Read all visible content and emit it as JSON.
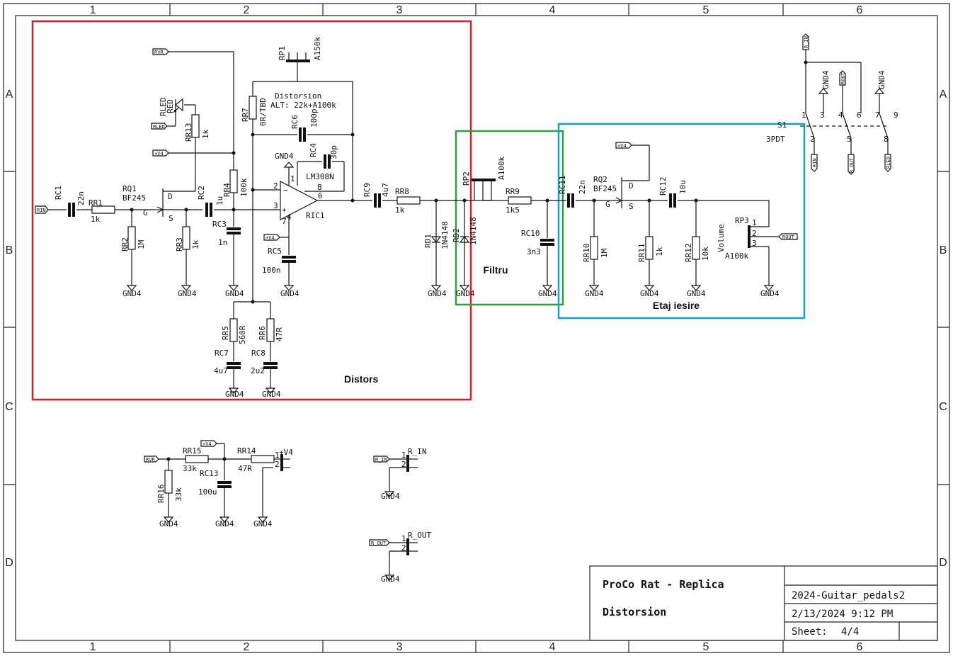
{
  "frame": {
    "columns": [
      "1",
      "2",
      "3",
      "4",
      "5",
      "6"
    ],
    "rows": [
      "A",
      "B",
      "C",
      "D"
    ]
  },
  "blocks": {
    "distors": {
      "label": "Distors",
      "color": "#d0202a"
    },
    "filtru": {
      "label": "Filtru",
      "color": "#2e9e3e"
    },
    "etaj": {
      "label": "Etaj iesire",
      "color": "#1a9bd0"
    }
  },
  "title_block": {
    "title": "ProCo Rat - Replica",
    "subtitle": "Distorsion",
    "project": "2024-Guitar_pedals2",
    "date": "2/13/2024 9:12 PM",
    "sheet_label": "Sheet:",
    "sheet": "4/4"
  },
  "components": {
    "RC1": {
      "ref": "RC1",
      "val": "22n"
    },
    "RR1": {
      "ref": "RR1",
      "val": "1k"
    },
    "RQ1": {
      "ref": "RQ1",
      "val": "BF245"
    },
    "RR2": {
      "ref": "RR2",
      "val": "1M"
    },
    "RR3": {
      "ref": "RR3",
      "val": "1k"
    },
    "RC2": {
      "ref": "RC2",
      "val": "1u"
    },
    "RR4": {
      "ref": "RR4",
      "val": "100k"
    },
    "RC3": {
      "ref": "RC3",
      "val": "1n"
    },
    "RR13": {
      "ref": "RR13",
      "val": "1k"
    },
    "RLED": {
      "ref": "RLED",
      "val": "RED"
    },
    "RP1": {
      "ref": "RP1",
      "val": "A150k"
    },
    "RR7": {
      "ref": "RR7",
      "val": "0R/TBD"
    },
    "dist_note": {
      "ref": "Distorsion",
      "val": "ALT: 22k+A100k"
    },
    "RC6": {
      "ref": "RC6",
      "val": "100p"
    },
    "RC4": {
      "ref": "RC4",
      "val": "30p"
    },
    "RIC1": {
      "ref": "RIC1",
      "val": "LM308N"
    },
    "RC5": {
      "ref": "RC5",
      "val": "100n"
    },
    "RR5": {
      "ref": "RR5",
      "val": "560R"
    },
    "RR6": {
      "ref": "RR6",
      "val": "47R"
    },
    "RC7": {
      "ref": "RC7",
      "val": "4u7"
    },
    "RC8": {
      "ref": "RC8",
      "val": "2u2"
    },
    "RC9": {
      "ref": "RC9",
      "val": "4u7"
    },
    "RR8": {
      "ref": "RR8",
      "val": "1k"
    },
    "RD1": {
      "ref": "RD1",
      "val": "1N4148"
    },
    "RD2": {
      "ref": "RD2",
      "val": "1N4148"
    },
    "RP2": {
      "ref": "RP2",
      "val": "A100k"
    },
    "RR9": {
      "ref": "RR9",
      "val": "1k5"
    },
    "RC10": {
      "ref": "RC10",
      "val": "3n3"
    },
    "RC11": {
      "ref": "RC11",
      "val": "22n"
    },
    "RQ2": {
      "ref": "RQ2",
      "val": "BF245"
    },
    "RC12": {
      "ref": "RC12",
      "val": "10u"
    },
    "RR10": {
      "ref": "RR10",
      "val": "1M"
    },
    "RR11": {
      "ref": "RR11",
      "val": "1k"
    },
    "RR12": {
      "ref": "RR12",
      "val": "10k"
    },
    "RP3": {
      "ref": "RP3",
      "val": "A100k"
    },
    "volume": {
      "ref": "Volume",
      "val": ""
    },
    "RR15": {
      "ref": "RR15",
      "val": "33k"
    },
    "RR14": {
      "ref": "RR14",
      "val": "47R"
    },
    "RC13": {
      "ref": "RC13",
      "val": "100u"
    },
    "RR16": {
      "ref": "RR16",
      "val": "33k"
    },
    "V4": {
      "ref": "+V4",
      "val": ""
    },
    "R_IN": {
      "ref": "R_IN",
      "val": ""
    },
    "R_OUT": {
      "ref": "R_OUT",
      "val": ""
    },
    "S1": {
      "ref": "S1",
      "val": "3PDT"
    }
  },
  "nets": {
    "gnd": "GND4",
    "vplus": "+V4",
    "rin": "RIN",
    "rvr": "RVR",
    "rled": "RLED",
    "rout": "ROUT",
    "r_in": "R_IN",
    "r_out": "R_OUT"
  },
  "pins": {
    "g": "G",
    "s": "S",
    "d": "D",
    "n1": "1",
    "n2": "2",
    "n3": "3",
    "n4": "4",
    "n5": "5",
    "n6": "6",
    "n7": "7",
    "n8": "8",
    "n9": "9"
  }
}
